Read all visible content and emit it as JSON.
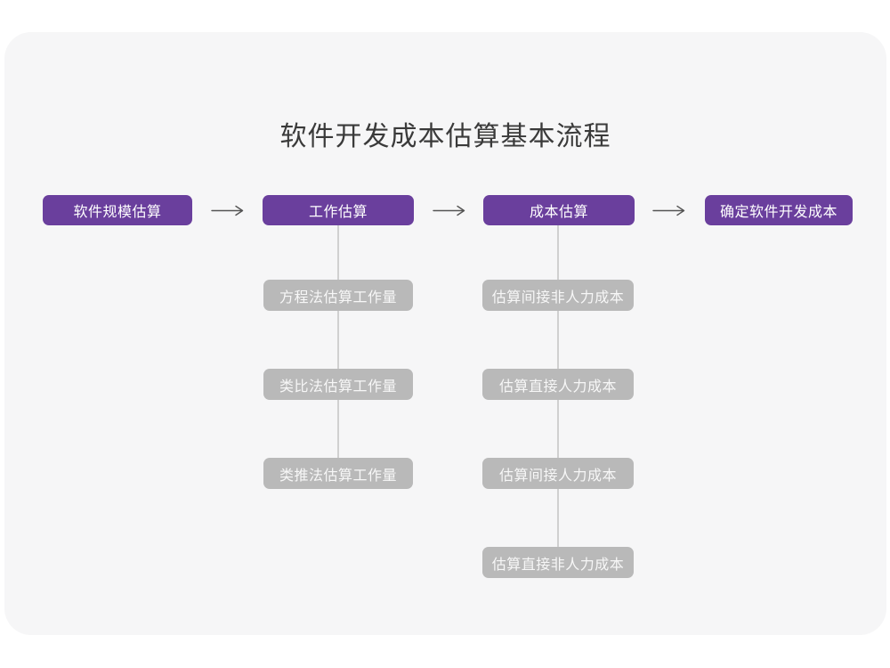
{
  "title": "软件开发成本估算基本流程",
  "colors": {
    "page_bg": "#ffffff",
    "card_bg": "#f6f6f7",
    "title_text": "#3a3a3a",
    "primary_box_bg": "#6a3f9d",
    "primary_box_text": "#ffffff",
    "sub_box_bg": "#b9b9b9",
    "sub_box_text": "#f7f7f7",
    "arrow": "#545454",
    "connector_line": "#d0d0d0"
  },
  "flow": {
    "main_steps": [
      "软件规模估算",
      "工作估算",
      "成本估算",
      "确定软件开发成本"
    ],
    "work_estimation_methods": [
      "方程法估算工作量",
      "类比法估算工作量",
      "类推法估算工作量"
    ],
    "cost_estimation_steps": [
      "估算间接非人力成本",
      "估算直接人力成本",
      "估算间接人力成本",
      "估算直接非人力成本"
    ]
  }
}
